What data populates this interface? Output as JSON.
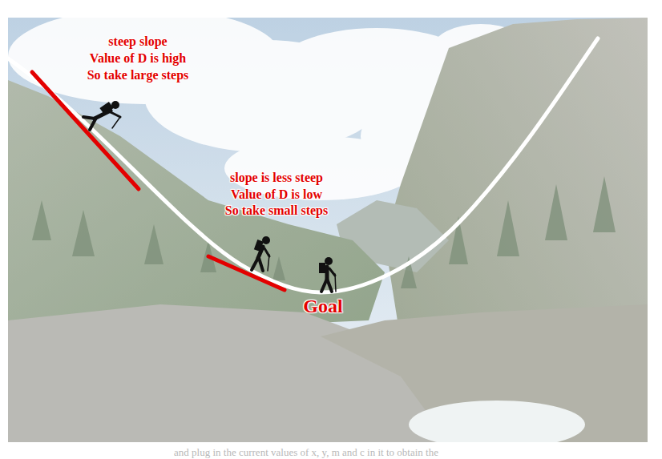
{
  "diagram": {
    "labels": [
      "steep slope",
      "Value of D is high",
      "So take large steps",
      "slope is less steep",
      "Value of D is low",
      "So take small steps",
      "Goal",
      "and plug in the current values of x, y, m and c in it to obtain the"
    ]
  }
}
